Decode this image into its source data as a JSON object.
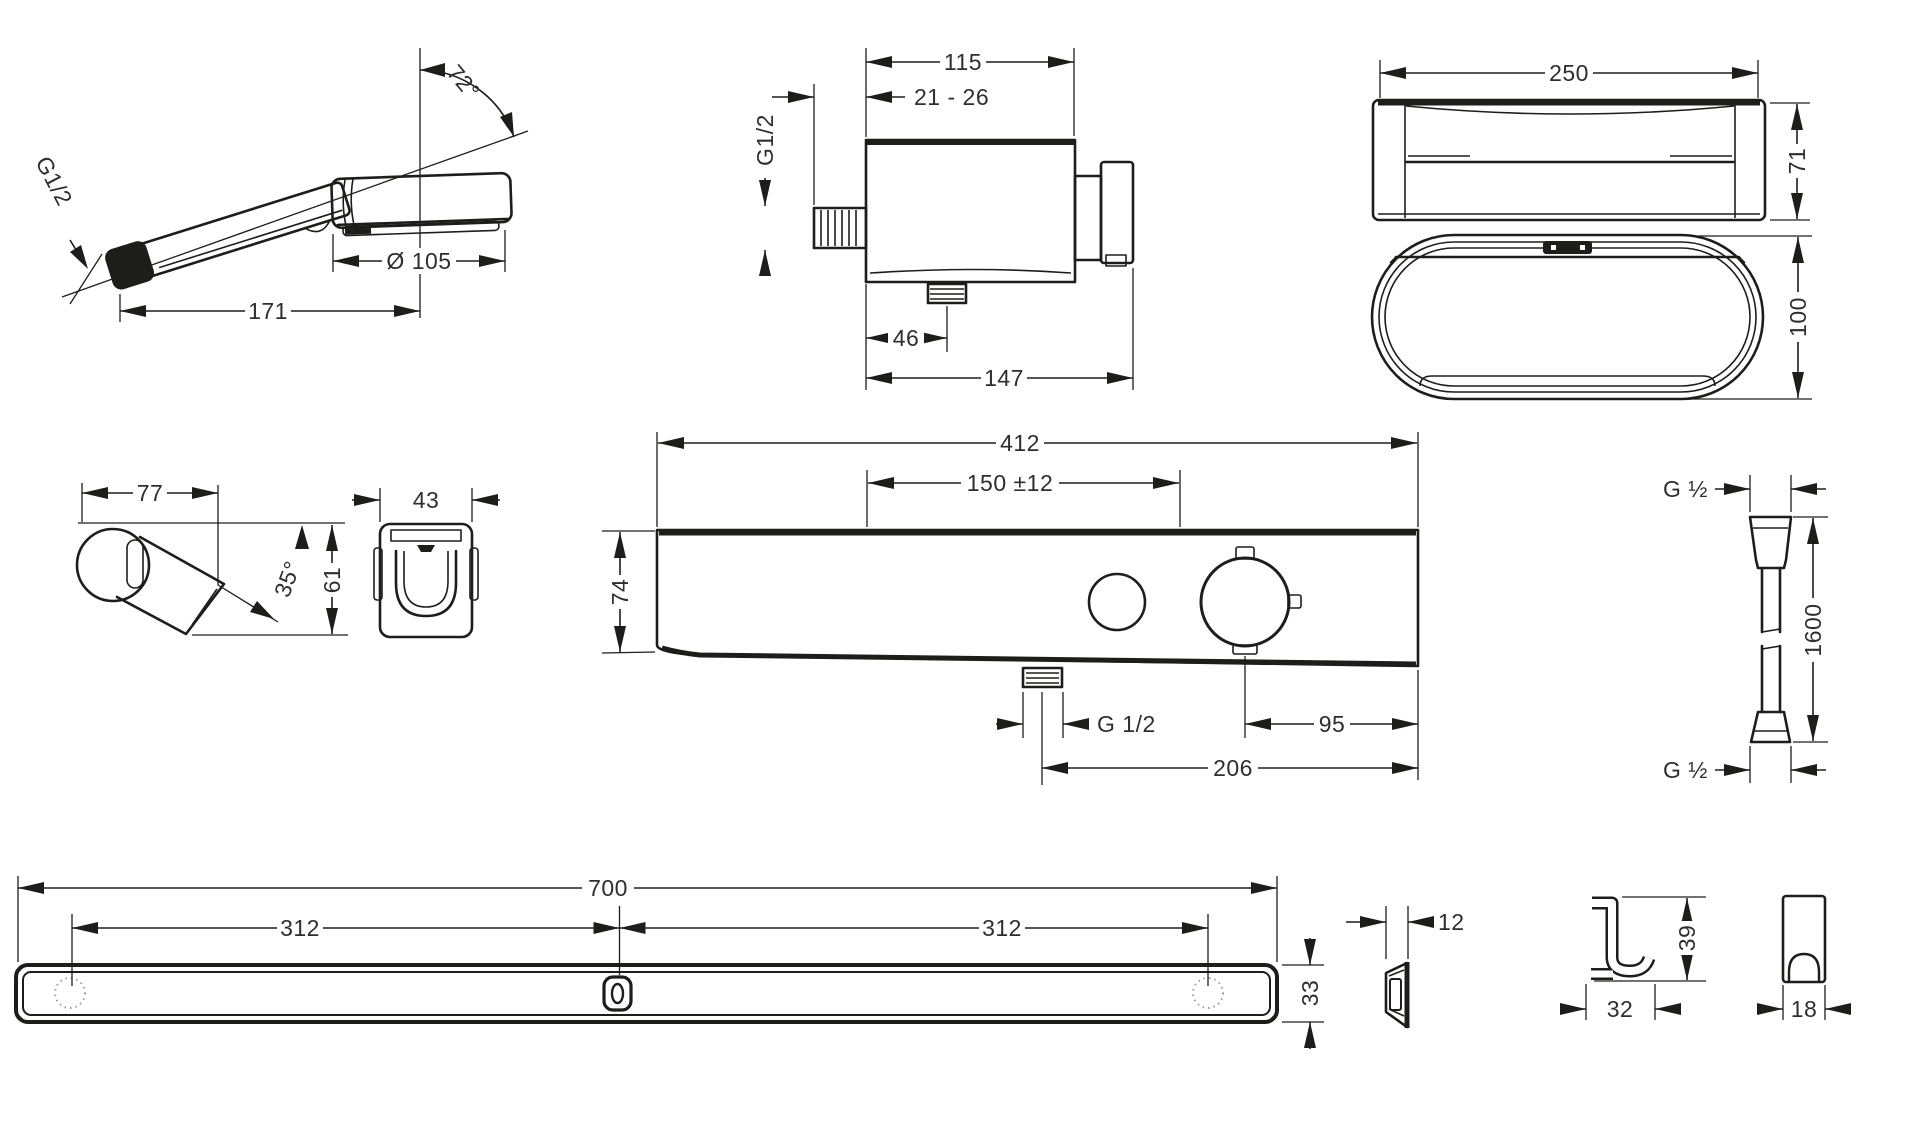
{
  "colors": {
    "line": "#1d1d1b",
    "text": "#2e2e2e",
    "bg": "#ffffff",
    "dotted": "#9a9a9a"
  },
  "drawing": {
    "hand_shower": {
      "angle": "72°",
      "thread": "G1/2",
      "head_diameter": "Ø 105",
      "length": "171"
    },
    "wall_outlet": {
      "width": "115",
      "wall_distance": "21 - 26",
      "thread": "G1/2",
      "outlet_offset": "46",
      "depth": "147"
    },
    "shelf": {
      "width": "250",
      "height": "71",
      "depth": "100"
    },
    "holder": {
      "width": "77",
      "angle": "35°",
      "height": "61",
      "front_width": "43"
    },
    "thermostat": {
      "width": "412",
      "connection_spacing": "150 ±12",
      "height": "74",
      "outlet_thread": "G 1/2",
      "knob_to_edge": "95",
      "outlet_to_edge": "206"
    },
    "hose": {
      "thread_top": "G ½",
      "length": "1600",
      "thread_bottom": "G ½"
    },
    "rail": {
      "length": "700",
      "left_span": "312",
      "right_span": "312",
      "height": "33",
      "profile_depth": "12"
    },
    "hook": {
      "side_width": "32",
      "side_height": "39",
      "front_width": "18"
    }
  }
}
